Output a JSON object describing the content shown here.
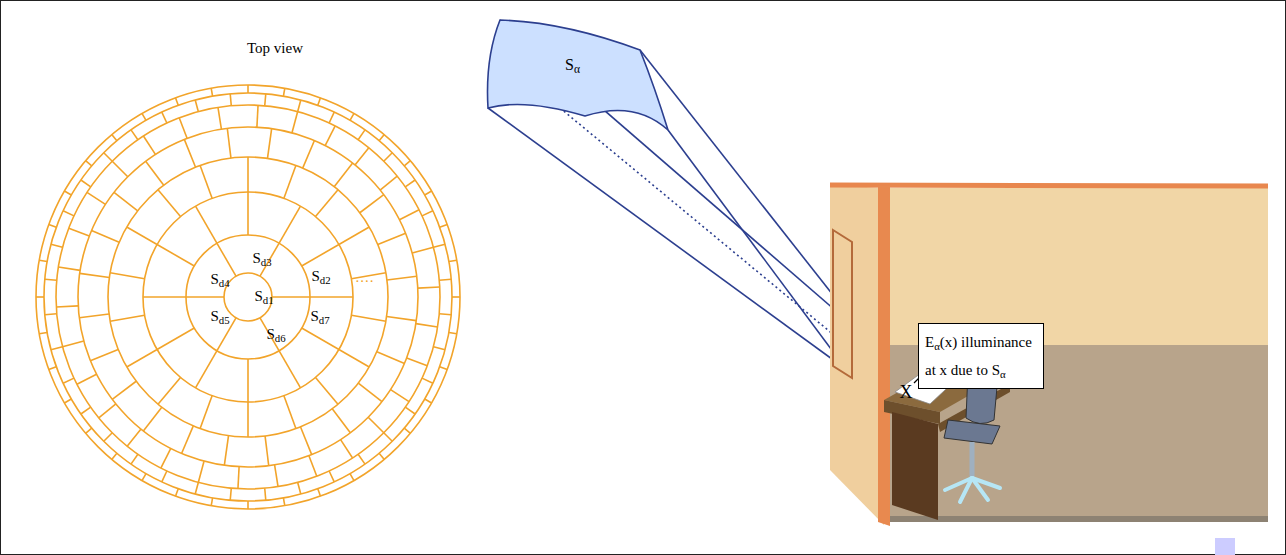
{
  "diagram": {
    "nodes": [
      {
        "text": [
          "Sα"
        ]
      },
      {
        "text": [
          "Eα(x) illuminance at x due to Sα"
        ]
      }
    ],
    "labels": [
      "Top view",
      "Sd3",
      "Sd4",
      "Sd1",
      "Sd2",
      "....",
      "Sd5",
      "Sd7",
      "Sd6",
      "X"
    ]
  }
}
